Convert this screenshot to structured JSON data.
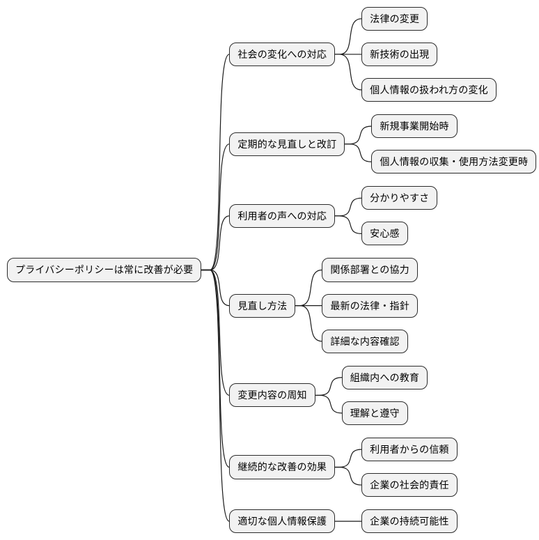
{
  "mindmap": {
    "root": {
      "label": "プライバシーポリシーは常に改善が必要"
    },
    "branches": [
      {
        "label": "社会の変化への対応",
        "children": [
          "法律の変更",
          "新技術の出現",
          "個人情報の扱われ方の変化"
        ]
      },
      {
        "label": "定期的な見直しと改訂",
        "children": [
          "新規事業開始時",
          "個人情報の収集・使用方法変更時"
        ]
      },
      {
        "label": "利用者の声への対応",
        "children": [
          "分かりやすさ",
          "安心感"
        ]
      },
      {
        "label": "見直し方法",
        "children": [
          "関係部署との協力",
          "最新の法律・指針",
          "詳細な内容確認"
        ]
      },
      {
        "label": "変更内容の周知",
        "children": [
          "組織内への教育",
          "理解と遵守"
        ]
      },
      {
        "label": "継続的な改善の効果",
        "children": [
          "利用者からの信頼",
          "企業の社会的責任"
        ]
      },
      {
        "label": "適切な個人情報保護",
        "children": [
          "企業の持続可能性"
        ]
      }
    ],
    "style": {
      "background": "#ffffff",
      "node_fill": "#f2f2f2",
      "node_border": "#2b2b2b",
      "line_color": "#1a1a1a"
    }
  }
}
